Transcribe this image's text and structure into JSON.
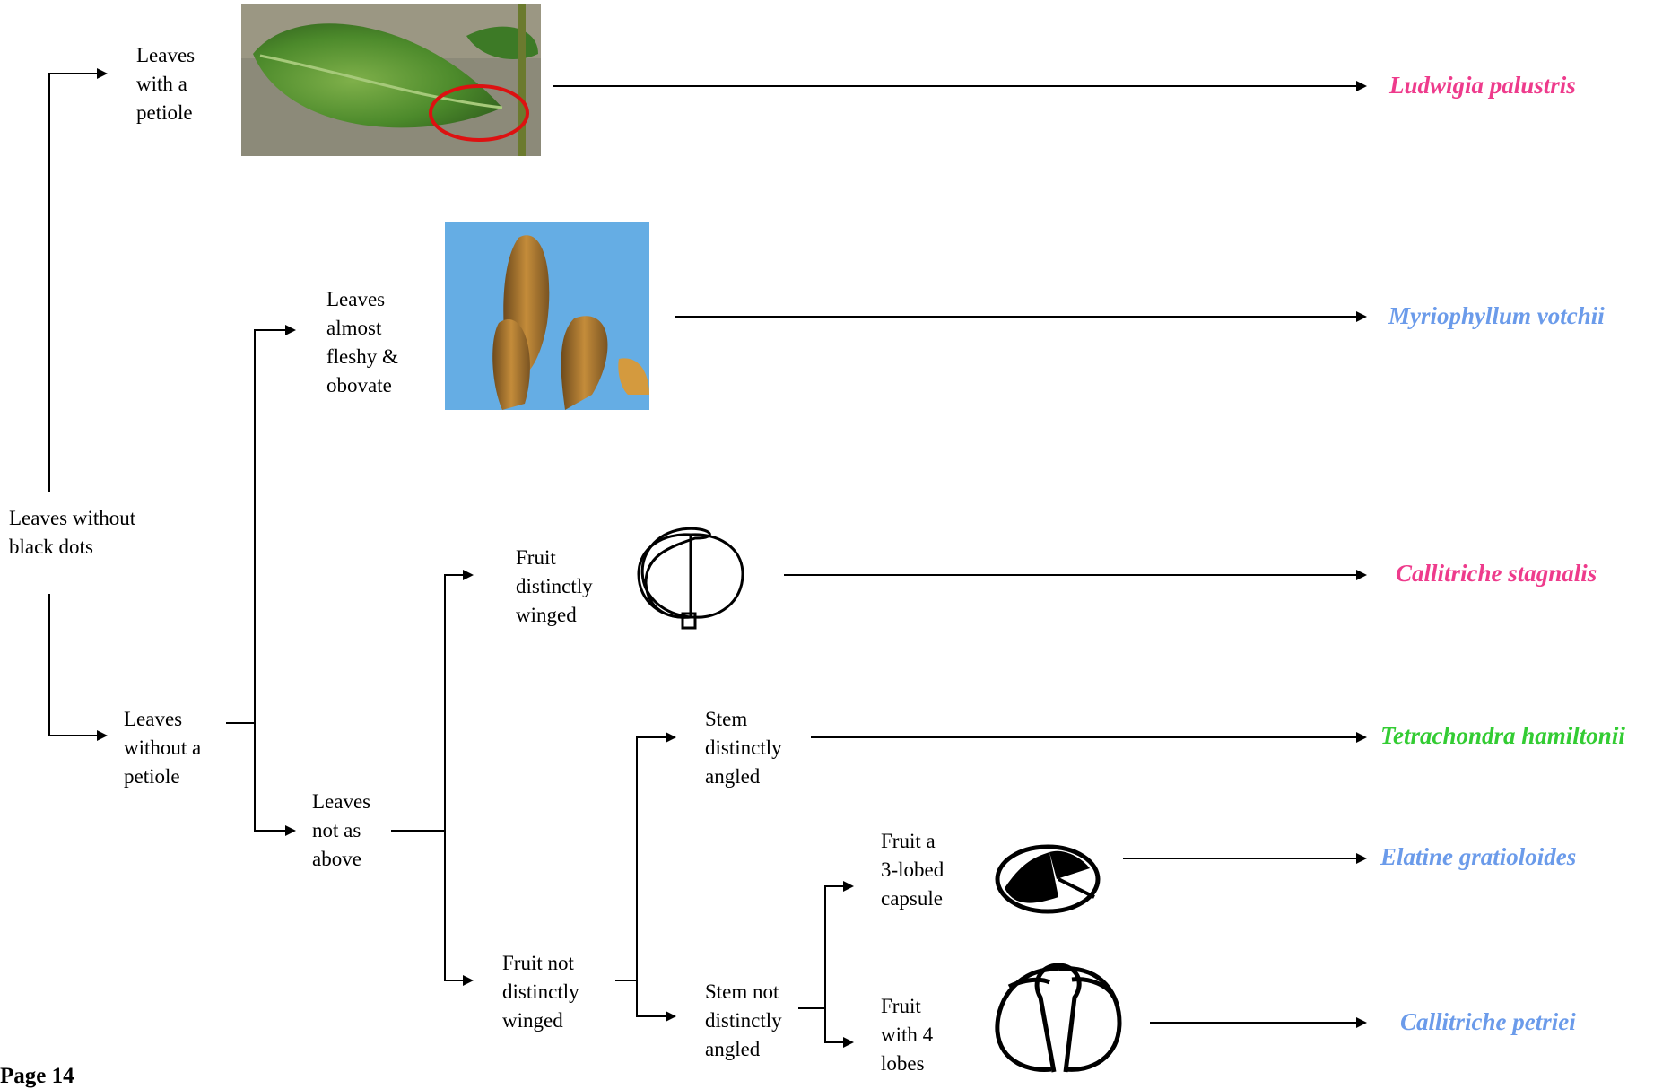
{
  "labels": {
    "root": "Leaves without\nblack dots",
    "petiole": "Leaves\nwith a\npetiole",
    "no_petiole": "Leaves\nwithout a\npetiole",
    "fleshy": "Leaves\nalmost\nfleshy &\nobovate",
    "not_as_above": "Leaves\nnot as\nabove",
    "fruit_winged": "Fruit\ndistinctly\nwinged",
    "fruit_not_winged": "Fruit not\ndistinctly\nwinged",
    "stem_angled": "Stem\ndistinctly\nangled",
    "stem_not_angled": "Stem not\ndistinctly\nangled",
    "fruit_3lobed": "Fruit a\n3-lobed\ncapsule",
    "fruit_4lobes": "Fruit\nwith  4\nlobes"
  },
  "species": {
    "ludwigia": {
      "name": "Ludwigia palustris",
      "color": "#ee3b8c"
    },
    "myriophyllum": {
      "name": "Myriophyllum votchii",
      "color": "#6b9bea"
    },
    "callitriche_stagnalis": {
      "name": "Callitriche stagnalis",
      "color": "#ee3b8c"
    },
    "tetrachondra": {
      "name": "Tetrachondra hamiltonii",
      "color": "#33cc33"
    },
    "elatine": {
      "name": "Elatine gratioloides",
      "color": "#6b9bea"
    },
    "callitriche_petriei": {
      "name": "Callitriche petriei",
      "color": "#6b9bea"
    }
  },
  "page_footer": "Page 14",
  "colors": {
    "line": "#000000",
    "highlight_circle": "#dd1111",
    "photo_leaf": "#4a8a2a",
    "photo_bg_blue": "#5aa8e0"
  }
}
